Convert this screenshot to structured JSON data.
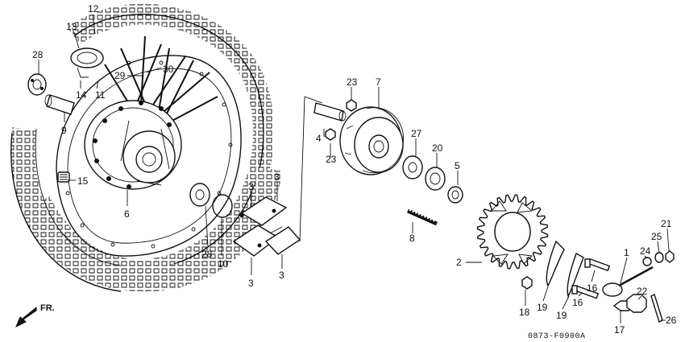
{
  "diagram_code": "0873-F0900A",
  "front_marker": "FR.",
  "callouts": [
    {
      "id": "c12",
      "label": "12"
    },
    {
      "id": "c13",
      "label": "13"
    },
    {
      "id": "c28a",
      "label": "28"
    },
    {
      "id": "c30",
      "label": "30"
    },
    {
      "id": "c29",
      "label": "29"
    },
    {
      "id": "c14",
      "label": "14"
    },
    {
      "id": "c11",
      "label": "11"
    },
    {
      "id": "c9",
      "label": "9"
    },
    {
      "id": "c15",
      "label": "15"
    },
    {
      "id": "c6",
      "label": "6"
    },
    {
      "id": "c28b",
      "label": "28"
    },
    {
      "id": "c10",
      "label": "10"
    },
    {
      "id": "c3a",
      "label": "3"
    },
    {
      "id": "c3b",
      "label": "3"
    },
    {
      "id": "c3c",
      "label": "3"
    },
    {
      "id": "c3d",
      "label": "3"
    },
    {
      "id": "c23a",
      "label": "23"
    },
    {
      "id": "c7",
      "label": "7"
    },
    {
      "id": "c4",
      "label": "4"
    },
    {
      "id": "c23b",
      "label": "23"
    },
    {
      "id": "c27",
      "label": "27"
    },
    {
      "id": "c20",
      "label": "20"
    },
    {
      "id": "c5",
      "label": "5"
    },
    {
      "id": "c8",
      "label": "8"
    },
    {
      "id": "c2",
      "label": "2"
    },
    {
      "id": "c18",
      "label": "18"
    },
    {
      "id": "c19a",
      "label": "19"
    },
    {
      "id": "c19b",
      "label": "19"
    },
    {
      "id": "c16a",
      "label": "16"
    },
    {
      "id": "c16b",
      "label": "16"
    },
    {
      "id": "c1",
      "label": "1"
    },
    {
      "id": "c24",
      "label": "24"
    },
    {
      "id": "c25",
      "label": "25"
    },
    {
      "id": "c21",
      "label": "21"
    },
    {
      "id": "c22",
      "label": "22"
    },
    {
      "id": "c17",
      "label": "17"
    },
    {
      "id": "c26",
      "label": "26"
    }
  ]
}
